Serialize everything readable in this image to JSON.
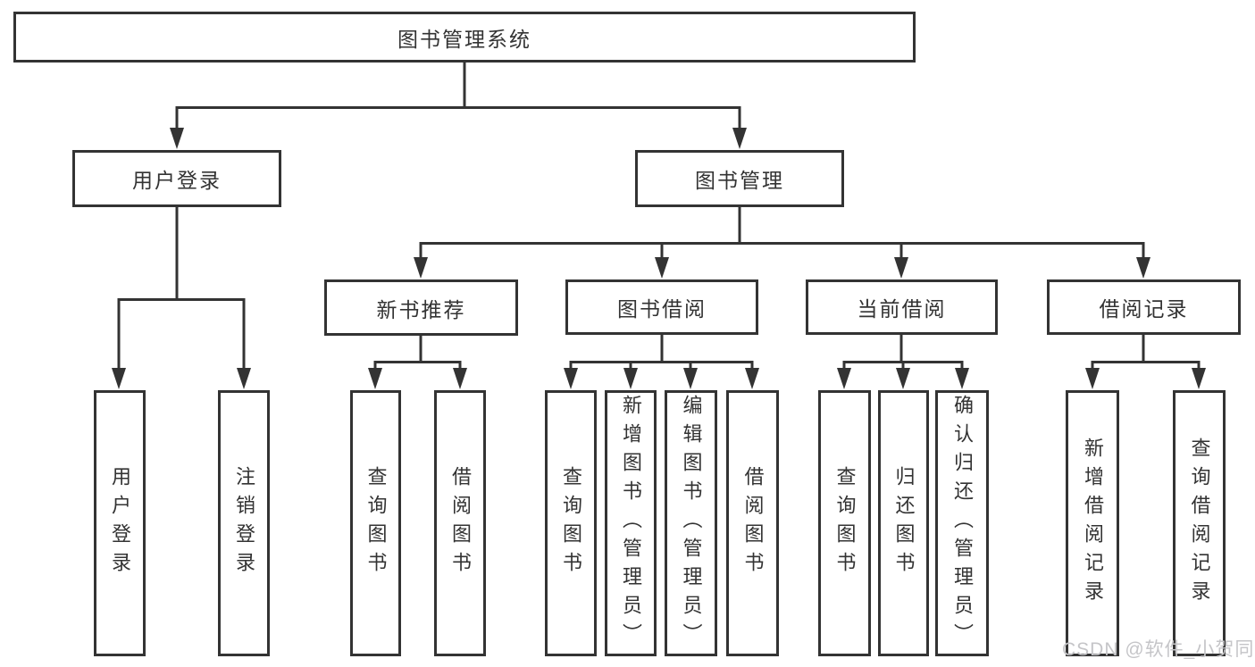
{
  "diagram": {
    "root": {
      "label": "图书管理系统"
    },
    "level2": [
      {
        "label": "用户登录"
      },
      {
        "label": "图书管理"
      }
    ],
    "level3": [
      {
        "label": "新书推荐"
      },
      {
        "label": "图书借阅"
      },
      {
        "label": "当前借阅"
      },
      {
        "label": "借阅记录"
      }
    ],
    "leaves": {
      "user_login": [
        {
          "label": "用户登录"
        },
        {
          "label": "注销登录"
        }
      ],
      "new_book": [
        {
          "label": "查询图书"
        },
        {
          "label": "借阅图书"
        }
      ],
      "book_borrow": [
        {
          "label": "查询图书"
        },
        {
          "label": "新增图书（管理员）"
        },
        {
          "label": "编辑图书（管理员）"
        },
        {
          "label": "借阅图书"
        }
      ],
      "current_borrow": [
        {
          "label": "查询图书"
        },
        {
          "label": "归还图书"
        },
        {
          "label": "确认归还（管理员）"
        }
      ],
      "borrow_record": [
        {
          "label": "新增借阅记录"
        },
        {
          "label": "查询借阅记录"
        }
      ]
    },
    "watermark": "CSDN @软件_小贺同学",
    "colors": {
      "line": "#333333",
      "box_border": "#333333",
      "text": "#333333",
      "watermark": "#c5c5c8",
      "background": "#ffffff"
    }
  }
}
